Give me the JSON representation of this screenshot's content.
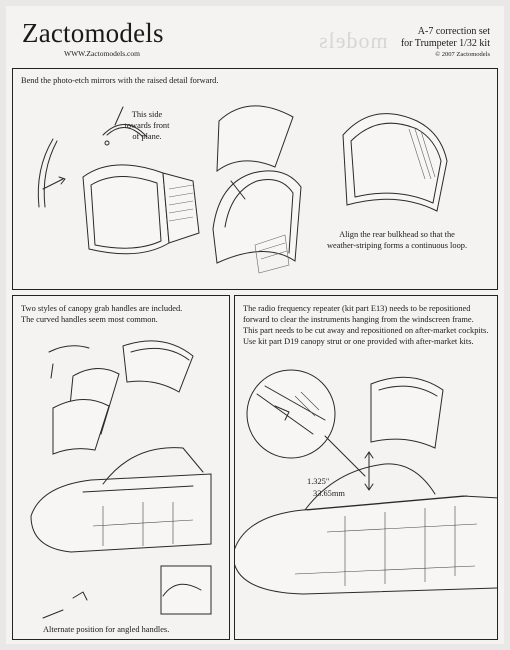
{
  "header": {
    "logo": "Zactomodels",
    "website": "WWW.Zactomodels.com",
    "title_line1": "A-7 correction set",
    "title_line2": "for Trumpeter 1/32 kit",
    "copyright": "© 2007 Zactomodels"
  },
  "panel_top": {
    "instruction": "Bend the photo-etch mirrors with the raised detail forward.",
    "side_note_1": "This side",
    "side_note_2": "towards front",
    "side_note_3": "of plane.",
    "align_note_1": "Align the rear bulkhead so that the",
    "align_note_2": "weather-striping forms a continuous loop."
  },
  "panel_left": {
    "line1": "Two styles of canopy grab handles are included.",
    "line2": "The curved handles seem most common.",
    "caption": "Alternate position for angled handles."
  },
  "panel_right": {
    "line1": "The radio frequency repeater (kit part E13) needs to be repositioned",
    "line2": "forward to clear the instruments hanging from the windscreen frame.",
    "line3": "This part needs to be cut away and repositioned on after-market cockpits.",
    "line4": "Use kit part D19 canopy strut or one provided with after-market kits.",
    "measure_in": "1.325\"",
    "measure_mm": "33.65mm"
  }
}
